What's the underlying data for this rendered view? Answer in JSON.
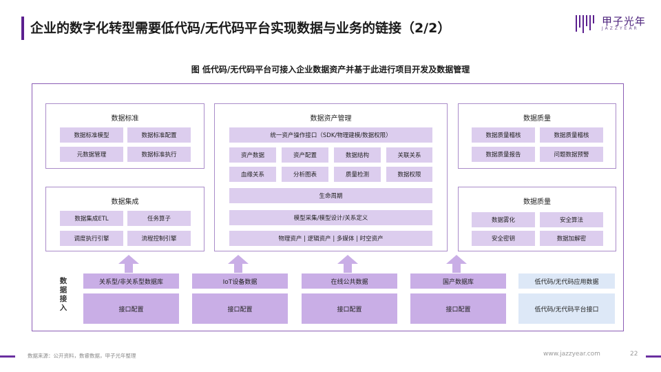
{
  "header": {
    "title": "企业的数字化转型需要低代码/无代码平台实现数据与业务的链接（2/2）",
    "logo_name": "甲子光年",
    "logo_sub": "JAZZYEAR"
  },
  "figure": {
    "caption": "图 低代码/无代码平台可接入企业数据资产并基于此进行项目开发及数据管理"
  },
  "panels": {
    "standard": {
      "title": "数据标准",
      "items": [
        "数据标准模型",
        "数据标准配置",
        "元数据管理",
        "数据标准执行"
      ]
    },
    "integration": {
      "title": "数据集成",
      "items": [
        "数据集成ETL",
        "任务算子",
        "调度执行引擎",
        "流程控制引擎"
      ]
    },
    "asset": {
      "title": "数据资产管理",
      "unified": "统一资产操作接口（SDK/物理建模/数据权限）",
      "grid": [
        "资产数据",
        "资产配置",
        "数据结构",
        "关联关系",
        "血缘关系",
        "分析图表",
        "质量检测",
        "数据权限"
      ],
      "lifecycle": "生命周期",
      "modeling": "模型采集/模型设计/关系定义",
      "types": "物理资产 | 逻辑资产 | 多媒体 | 时空资产"
    },
    "quality1": {
      "title": "数据质量",
      "items": [
        "数据质量稽核",
        "数据质量稽核",
        "数据质量报告",
        "问题数据预警"
      ]
    },
    "quality2": {
      "title": "数据质量",
      "items": [
        "数据雾化",
        "安全算法",
        "安全密钥",
        "数据加解密"
      ]
    }
  },
  "access": {
    "label": "数据接入",
    "sources": [
      "关系型/非关系型数据库",
      "IoT设备数据",
      "在线公共数据",
      "国产数据库",
      "低代码/无代码应用数据"
    ],
    "interfaces": [
      "接口配置",
      "接口配置",
      "接口配置",
      "接口配置",
      "低代码/无代码平台接口"
    ]
  },
  "footer": {
    "source": "数据来源：公开资料，数睿数据，甲子光年整理",
    "site": "www.jazzyear.com",
    "page": "22"
  },
  "colors": {
    "accent": "#5b1f8f",
    "cell": "#dccdee",
    "source": "#c9aee6",
    "blue": "#dde8f7"
  }
}
